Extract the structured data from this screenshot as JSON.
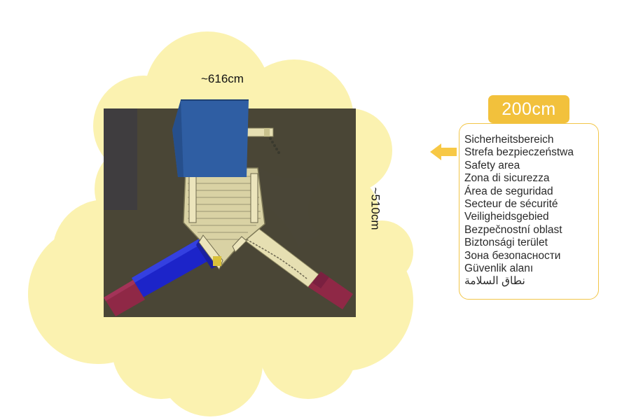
{
  "dimensions": {
    "width_label": "~616cm",
    "depth_label": "~510cm"
  },
  "safety_zone": {
    "distance_label": "200cm",
    "labels": [
      "Sicherheitsbereich",
      "Strefa bezpieczeństwa",
      "Safety area",
      "Zona di sicurezza",
      "Área de seguridad",
      "Secteur de sécurité",
      "Veiligheidsgebied",
      "Bezpečnostní oblast",
      "Biztonsági terület",
      "Зона безопасности",
      "Güvenlik alanı",
      "نطاق السلامة"
    ]
  },
  "colors": {
    "safety_zone_fill": "#fbf2b0",
    "ground": "#464233",
    "ground_edge": "#3f3d3f",
    "roof": "#2f5ea3",
    "slide": "#1c24c9",
    "slide_end": "#8f2846",
    "timber": "#e6dfb2",
    "badge": "#f2c13c",
    "arrow": "#f7c845"
  },
  "icons": {
    "pointer": "arrow-left-icon"
  }
}
